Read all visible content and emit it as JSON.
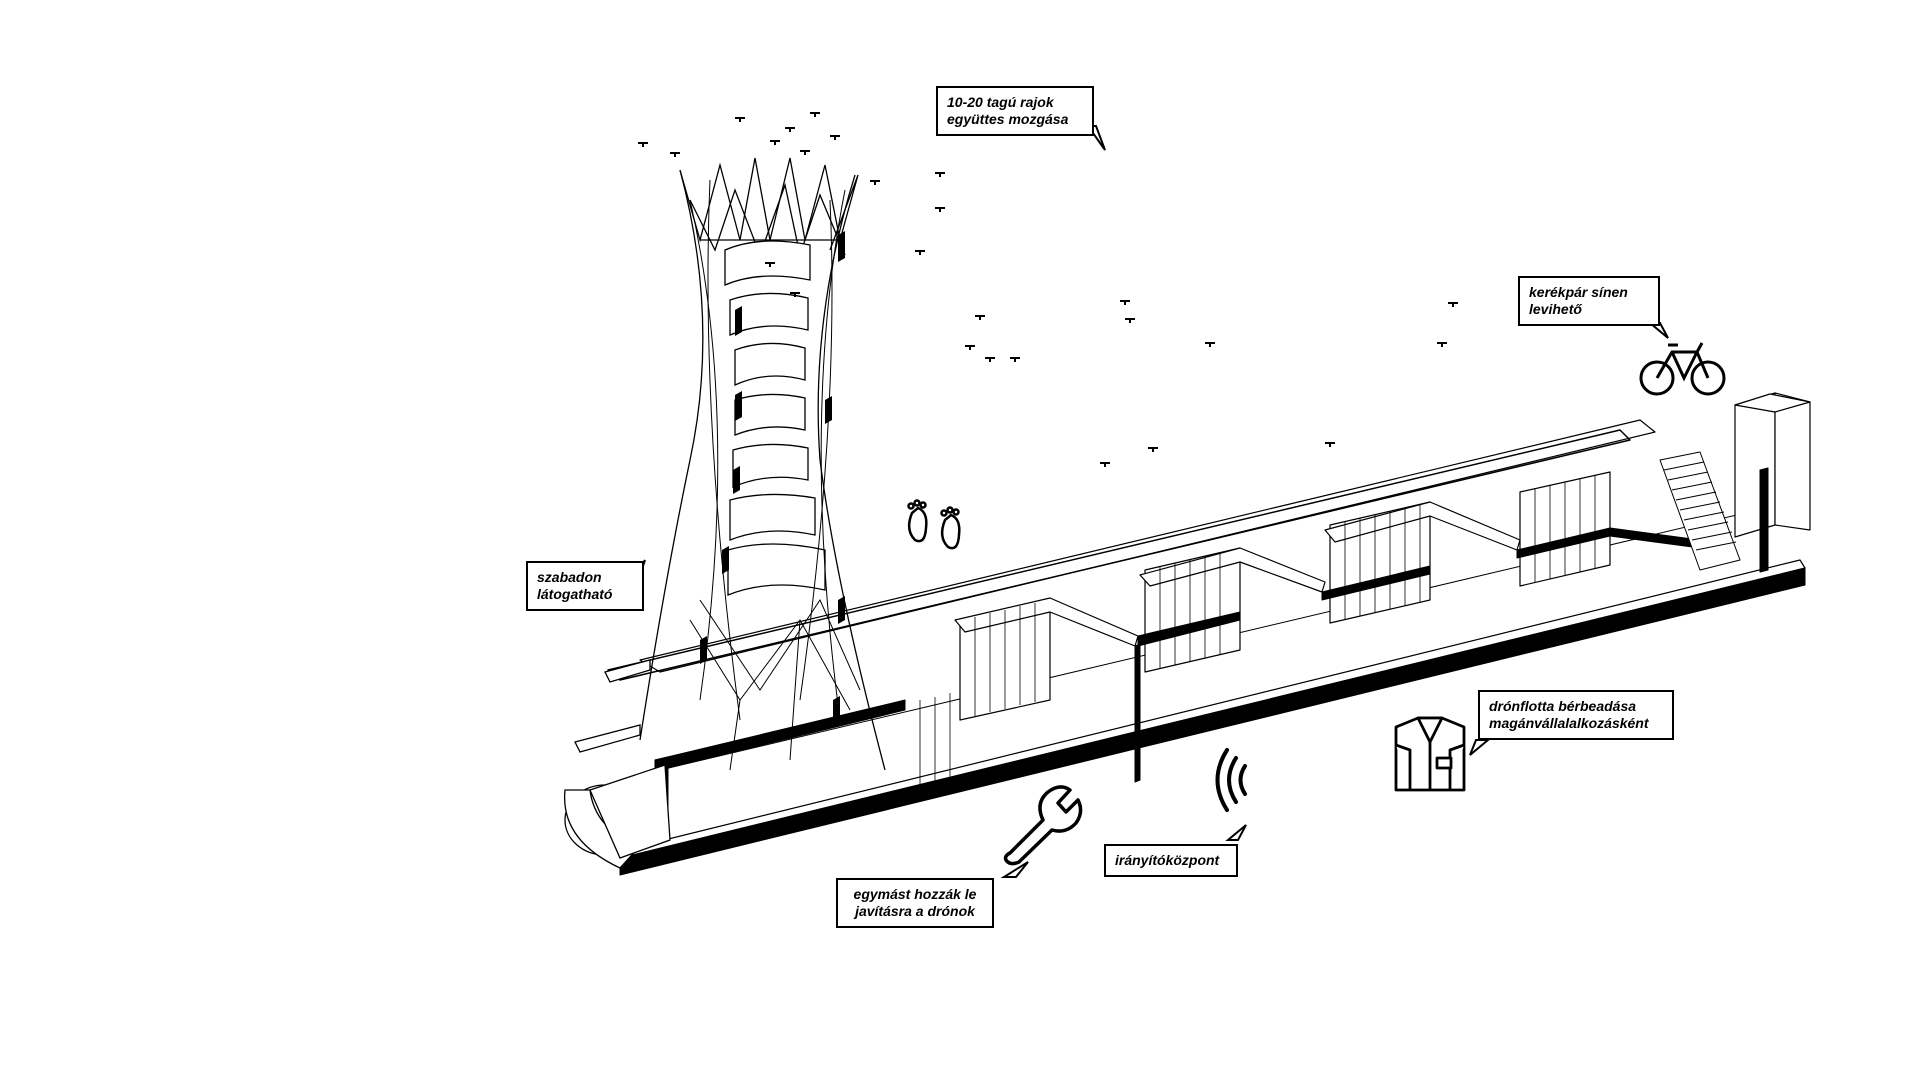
{
  "labels": {
    "swarm": [
      "10-20 tagú rajok",
      "együttes mozgása"
    ],
    "bike": [
      "kerékpár sínen",
      "levihető"
    ],
    "visit": [
      "szabadon",
      "látogatható"
    ],
    "fleet": [
      "drónflotta bérbeadása",
      "magánvállalalkozásként"
    ],
    "control": [
      "irányítóközpont"
    ],
    "repair": [
      "egymást hozzák le",
      "javításra a drónok"
    ]
  },
  "icons": {
    "bicycle": "bicycle-icon",
    "footprints": "footprints-icon",
    "wrench": "wrench-icon",
    "signal": "wireless-signal-icon",
    "shirt": "uniform-shirt-icon"
  },
  "colors": {
    "line": "#000000",
    "fill": "#ffffff"
  }
}
